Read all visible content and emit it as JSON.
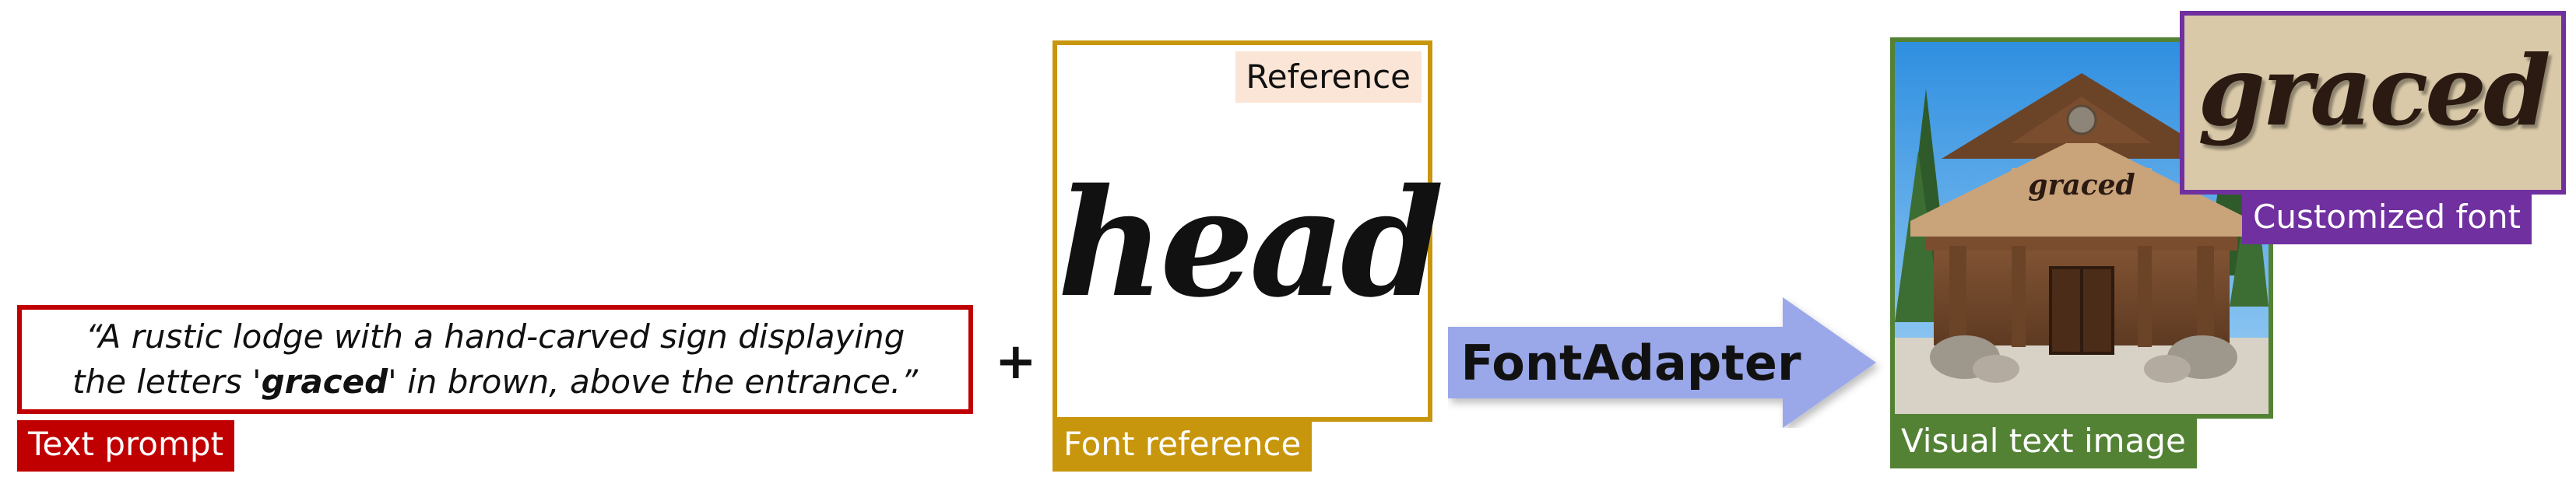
{
  "prompt": {
    "line1": "“A rustic lodge with a hand-carved sign displaying",
    "line2_pre": "the letters '",
    "line2_word": "graced",
    "line2_post": "' in brown, above the entrance.”",
    "label": "Text prompt"
  },
  "plus": "+",
  "font_reference": {
    "corner_tag": "Reference",
    "sample_word": "head",
    "label": "Font reference"
  },
  "arrow": {
    "label": "FontAdapter"
  },
  "output": {
    "sign_word": "graced",
    "label": "Visual text image",
    "inset_word": "graced",
    "inset_label": "Customized font"
  },
  "colors": {
    "prompt": "#c00000",
    "font_reference": "#c8960c",
    "reference_tag_bg": "#fbe5d6",
    "arrow": "#9aa8ea",
    "visual_text": "#548235",
    "customized_font": "#7030a0"
  }
}
